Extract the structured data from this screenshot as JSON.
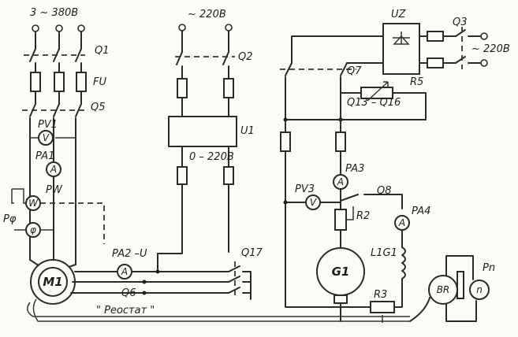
{
  "labels": {
    "supply_3ph": "3 ~ 380В",
    "supply_220_mid": "~ 220В",
    "supply_220_right": "~ 220В",
    "q1": "Q1",
    "fu": "FU",
    "q5": "Q5",
    "pv1": "PV1",
    "pa1": "PA1",
    "pw": "PW",
    "py": "Pφ",
    "q2": "Q2",
    "u1": "U1",
    "u1_range": "0 – 220В",
    "uz": "UZ",
    "q3": "Q3",
    "q7": "Q7",
    "r5": "R5",
    "q13_q16": "Q13 – Q16",
    "pa3": "PA3",
    "pv3": "PV3",
    "q8": "Q8",
    "r2": "R2",
    "pa4": "PA4",
    "l1g1": "L1G1",
    "g1": "G1",
    "r3": "R3",
    "br": "BR",
    "pn": "Pn",
    "pa2_u": "PA2  –U",
    "q6": "Q6",
    "q17": "Q17",
    "m1": "M1",
    "reostat": "\" Реостат \""
  },
  "meter_letters": {
    "pv1": "V",
    "pa1": "A",
    "pw": "W",
    "py": "φ",
    "pa2": "A",
    "pa3": "A",
    "pv3": "V",
    "pa4": "A",
    "pn": "n"
  }
}
